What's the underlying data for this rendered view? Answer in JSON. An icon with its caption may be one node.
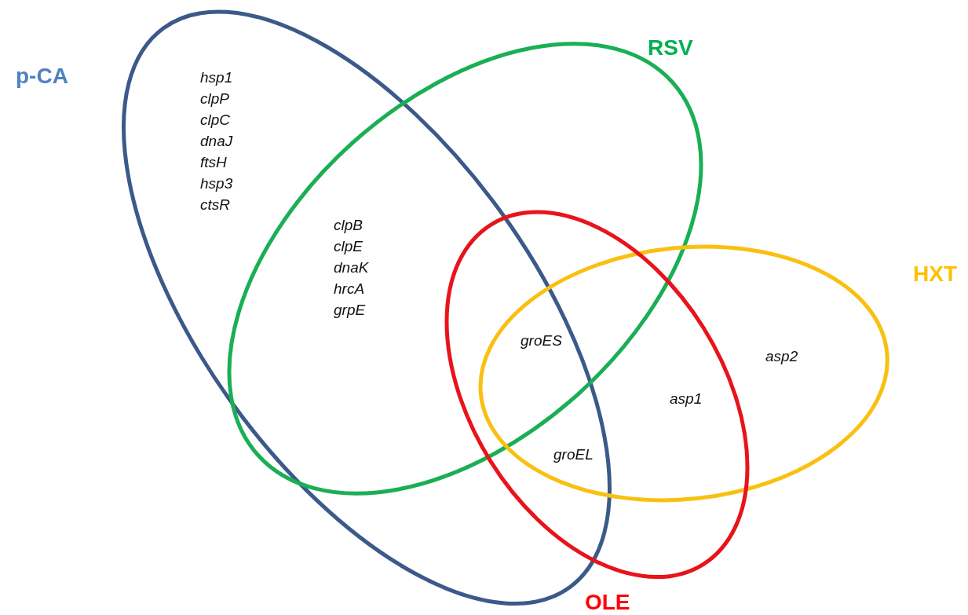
{
  "diagram": {
    "nodes": [
      {
        "text": [
          "p-CA"
        ]
      },
      {
        "text": [
          "RSV"
        ]
      },
      {
        "text": [
          "HXT"
        ]
      },
      {
        "text": [
          "OLE"
        ]
      }
    ],
    "labels": [
      "hsp1",
      "clpP",
      "clpC",
      "dnaJ",
      "ftsH",
      "hsp3",
      "ctsR",
      "clpB",
      "clpE",
      "dnaK",
      "hrcA",
      "grpE",
      "groES",
      "asp2",
      "asp1",
      "groEL"
    ]
  }
}
